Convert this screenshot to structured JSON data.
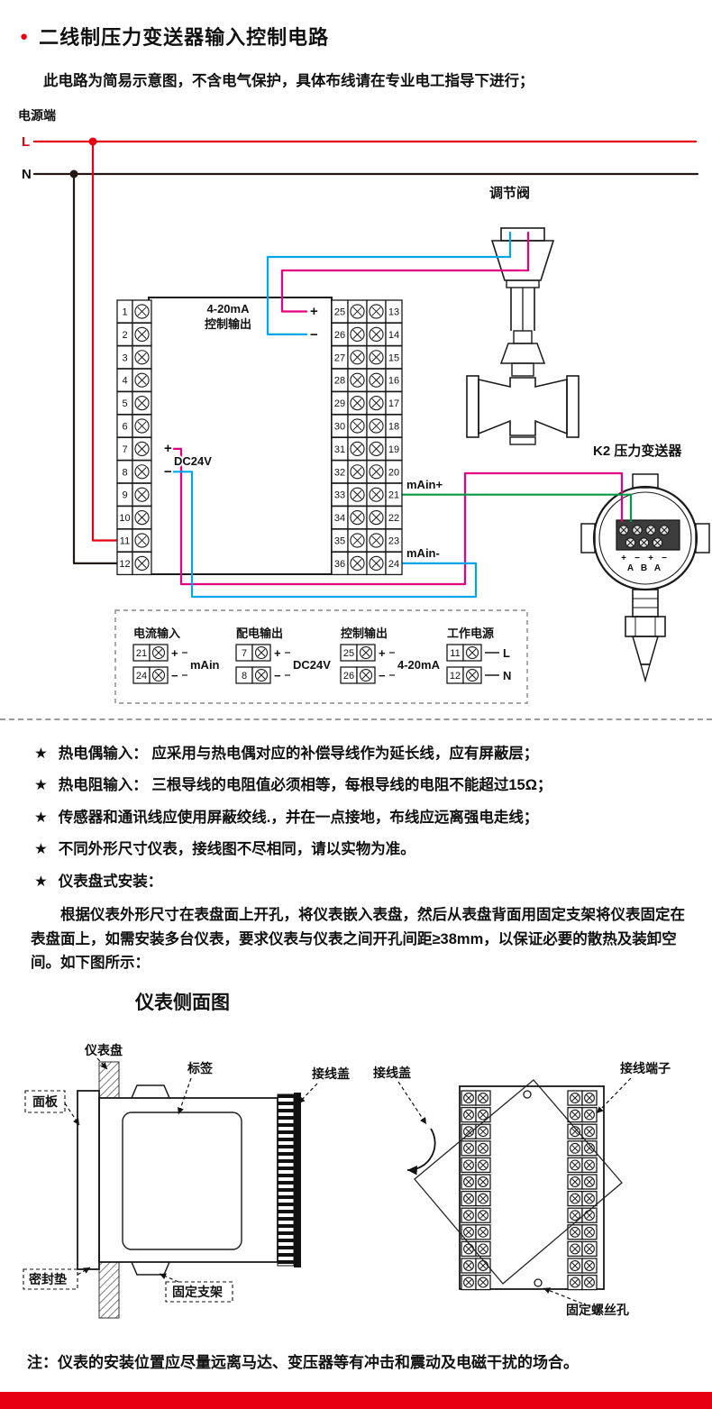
{
  "page": {
    "title": "二线制压力变送器输入控制电路",
    "subtitle": "此电路为简易示意图，不含电气保护，具体布线请在专业电工指导下进行；",
    "bottom_note": "注：仪表的安装位置应尽量远离马达、变压器等有冲击和震动及电磁干扰的场合。"
  },
  "colors": {
    "accent": "#e60012",
    "wire_red": "#e60012",
    "wire_black": "#231815",
    "wire_magenta": "#e5007e",
    "wire_cyan": "#00a6e8",
    "wire_green": "#009a44"
  },
  "circuit": {
    "power_label": "电源端",
    "line_l": "L",
    "line_n": "N",
    "valve_label": "调节阀",
    "transmitter_label": "K2 压力变送器",
    "output_line1": "4-20mA",
    "output_line2": "控制输出",
    "dc24v_label": "DC24V",
    "main_plus": "mAin+",
    "main_minus": "mAin-",
    "plus": "+",
    "minus": "−",
    "left_terminals": [
      "1",
      "2",
      "3",
      "4",
      "5",
      "6",
      "7",
      "8",
      "9",
      "10",
      "11",
      "12"
    ],
    "mid_terminals": [
      "25",
      "26",
      "27",
      "28",
      "29",
      "30",
      "31",
      "32",
      "33",
      "34",
      "35",
      "36"
    ],
    "right_terminals": [
      "13",
      "14",
      "15",
      "16",
      "17",
      "18",
      "19",
      "20",
      "21",
      "22",
      "23",
      "24"
    ],
    "transmitter_signs": [
      "+",
      "−",
      "+",
      "−"
    ],
    "transmitter_pins": [
      "A",
      "B",
      "A"
    ]
  },
  "legend": {
    "groups": [
      {
        "title": "电流输入",
        "rows": [
          {
            "num": "21",
            "sign": "+"
          },
          {
            "num": "24",
            "sign": "−"
          }
        ],
        "label": "mAin"
      },
      {
        "title": "配电输出",
        "rows": [
          {
            "num": "7",
            "sign": "+"
          },
          {
            "num": "8",
            "sign": "−"
          }
        ],
        "label": "DC24V"
      },
      {
        "title": "控制输出",
        "rows": [
          {
            "num": "25",
            "sign": "+"
          },
          {
            "num": "26",
            "sign": "−"
          }
        ],
        "label": "4-20mA"
      },
      {
        "title": "工作电源",
        "rows": [
          {
            "num": "11",
            "sign": "L"
          },
          {
            "num": "12",
            "sign": "N"
          }
        ],
        "label": ""
      }
    ]
  },
  "notes": {
    "star": "★",
    "items": [
      "热电偶输入： 应采用与热电偶对应的补偿导线作为延长线，应有屏蔽层；",
      "热电阻输入： 三根导线的电阻值必须相等，每根导线的电阻不能超过15Ω；",
      "传感器和通讯线应使用屏蔽绞线.，并在一点接地，布线应远离强电走线；",
      "不同外形尺寸仪表，接线图不尽相同，请以实物为准。",
      "仪表盘式安装："
    ]
  },
  "install": {
    "heading": "仪表侧面图",
    "paragraph": "根据仪表外形尺寸在表盘面上开孔，将仪表嵌入表盘，然后从表盘背面用固定支架将仪表固定在表盘面上，如需安装多台仪表，要求仪表与仪表之间开孔间距≥38mm，以保证必要的散热及装卸空间。如下图所示：",
    "labels": {
      "panel": "仪表盘",
      "front": "面板",
      "tag": "标签",
      "cover_left": "接线盖",
      "gasket": "密封垫",
      "bracket": "固定支架",
      "cover_right": "接线盖",
      "terminals": "接线端子",
      "screw_hole": "固定螺丝孔"
    }
  }
}
